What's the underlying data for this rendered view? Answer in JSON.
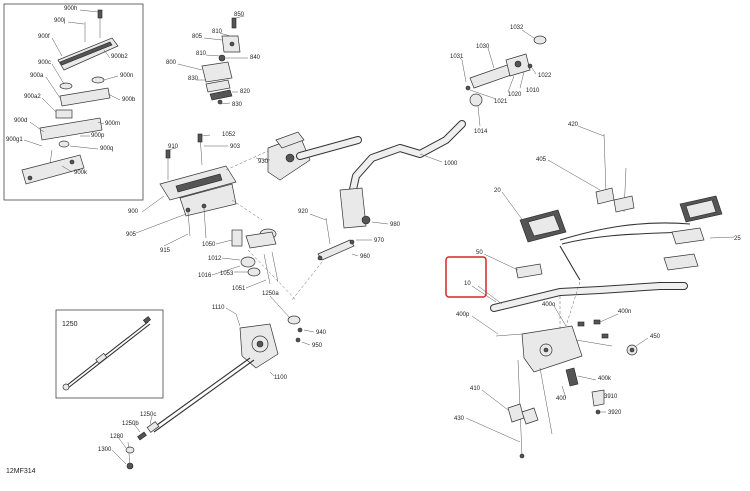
{
  "diagram_code": "12MF314",
  "inset_top_left": {
    "labels": [
      "900h",
      "900j",
      "900f",
      "900b2",
      "900c",
      "900n",
      "900a",
      "900a2",
      "900b",
      "900m",
      "900d",
      "900p",
      "900g1",
      "900q",
      "900k"
    ]
  },
  "inset_cable": {
    "title": "1250"
  },
  "highlight_label": "10",
  "callouts": {
    "c850": "850",
    "c805": "805",
    "c810a": "810",
    "c810b": "810",
    "c840": "840",
    "c800": "800",
    "c830a": "830",
    "c820": "820",
    "c830b": "830",
    "c1052": "1052",
    "c910": "910",
    "c903": "903",
    "c930": "930",
    "c900": "900",
    "c905": "905",
    "c915": "915",
    "c1050": "1050",
    "c1012": "1012",
    "c1053": "1053",
    "c1016": "1016",
    "c1051": "1051",
    "c1000": "1000",
    "c920": "920",
    "c980": "980",
    "c970": "970",
    "c960": "960",
    "c1250a": "1250a",
    "c940": "940",
    "c950": "950",
    "c1110": "1110",
    "c1100": "1100",
    "c1250c": "1250c",
    "c1250b": "1250b",
    "c1280": "1280",
    "c1300": "1300",
    "c1031": "1031",
    "c1030": "1030",
    "c1032": "1032",
    "c1022": "1022",
    "c1020": "1020",
    "c1010": "1010",
    "c1021": "1021",
    "c1014": "1014",
    "c420": "420",
    "c405": "405",
    "c20": "20",
    "c25": "25",
    "c50": "50",
    "c400o": "400o",
    "c400n": "400n",
    "c400p": "400p",
    "c450": "450",
    "c400k": "400k",
    "c400": "400",
    "c3910": "3910",
    "c410": "410",
    "c3920": "3920",
    "c430": "430"
  },
  "colors": {
    "highlight": "#d9242b",
    "line": "#333333",
    "background": "#ffffff"
  }
}
